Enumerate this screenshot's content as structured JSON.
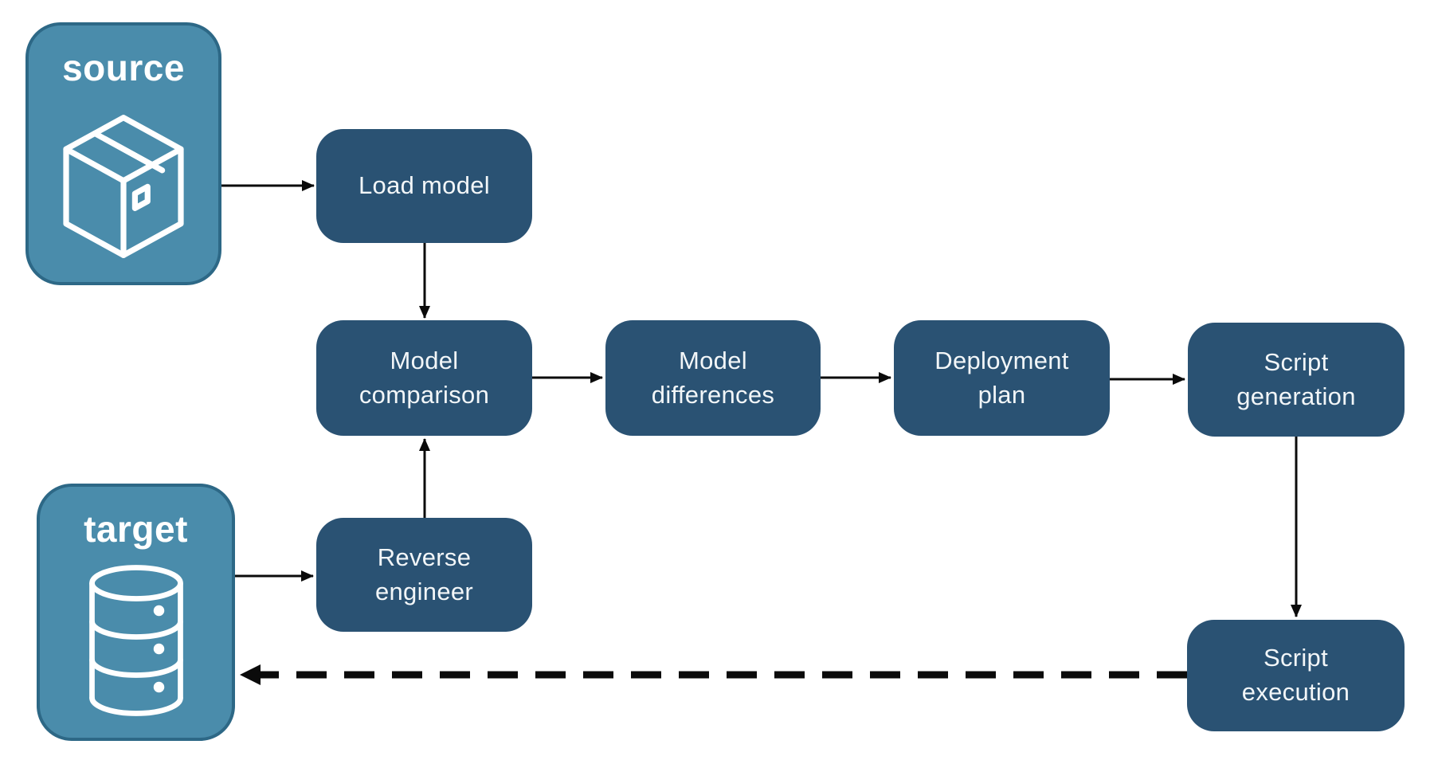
{
  "diagram": {
    "containers": [
      {
        "id": "source",
        "label": "source",
        "icon": "package-icon"
      },
      {
        "id": "target",
        "label": "target",
        "icon": "database-icon"
      }
    ],
    "nodes": [
      {
        "id": "load-model",
        "label": "Load model"
      },
      {
        "id": "model-comparison",
        "label": "Model\ncomparison"
      },
      {
        "id": "model-differences",
        "label": "Model\ndifferences"
      },
      {
        "id": "deployment-plan",
        "label": "Deployment\nplan"
      },
      {
        "id": "script-generation",
        "label": "Script\ngeneration"
      },
      {
        "id": "script-execution",
        "label": "Script\nexecution"
      },
      {
        "id": "reverse-engineer",
        "label": "Reverse\nengineer"
      }
    ],
    "edges": [
      {
        "from": "source",
        "to": "load-model",
        "style": "solid"
      },
      {
        "from": "load-model",
        "to": "model-comparison",
        "style": "solid"
      },
      {
        "from": "model-comparison",
        "to": "model-differences",
        "style": "solid"
      },
      {
        "from": "model-differences",
        "to": "deployment-plan",
        "style": "solid"
      },
      {
        "from": "deployment-plan",
        "to": "script-generation",
        "style": "solid"
      },
      {
        "from": "script-generation",
        "to": "script-execution",
        "style": "solid"
      },
      {
        "from": "target",
        "to": "reverse-engineer",
        "style": "solid"
      },
      {
        "from": "reverse-engineer",
        "to": "model-comparison",
        "style": "solid"
      },
      {
        "from": "script-execution",
        "to": "target",
        "style": "dashed"
      }
    ],
    "colors": {
      "node_fill": "#2a5273",
      "endpoint_fill": "#4a8cab",
      "endpoint_border": "#2d6886",
      "label_text": "#ffffff",
      "node_text": "#f2f6f8",
      "arrow": "#0b0b0b",
      "background": "#ffffff"
    }
  }
}
